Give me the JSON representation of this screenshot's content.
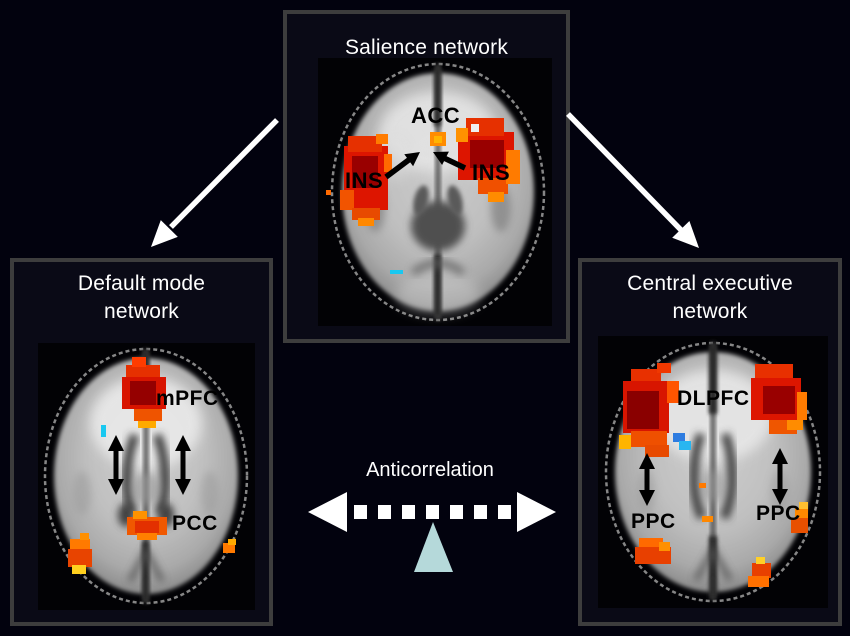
{
  "salience_panel": {
    "title": "Salience network",
    "labels": {
      "acc": "ACC",
      "ins_left": "INS",
      "ins_right": "INS"
    }
  },
  "default_mode_panel": {
    "title_line1": "Default mode",
    "title_line2": "network",
    "labels": {
      "mpfc": "mPFC",
      "pcc": "PCC"
    }
  },
  "central_executive_panel": {
    "title_line1": "Central executive",
    "title_line2": "network",
    "labels": {
      "dlpfc": "DLPFC",
      "ppc_left": "PPC",
      "ppc_right": "PPC"
    }
  },
  "center": {
    "anticorrelation_label": "Anticorrelation"
  },
  "colors": {
    "background": "#02020e",
    "panel_background": "#0a0a16",
    "panel_border": "#3d3d3d",
    "title_text": "#ffffff",
    "region_label_text": "#000000",
    "white_arrow": "#ffffff",
    "black_arrow": "#000000",
    "anticorrelation_triangle": "#b5d9da",
    "activation_dark_red": "#8f0000",
    "activation_red": "#dd1500",
    "activation_orange": "#ff7700",
    "activation_yellow": "#ffcc33",
    "deactivation_cyan": "#19c8f0"
  }
}
